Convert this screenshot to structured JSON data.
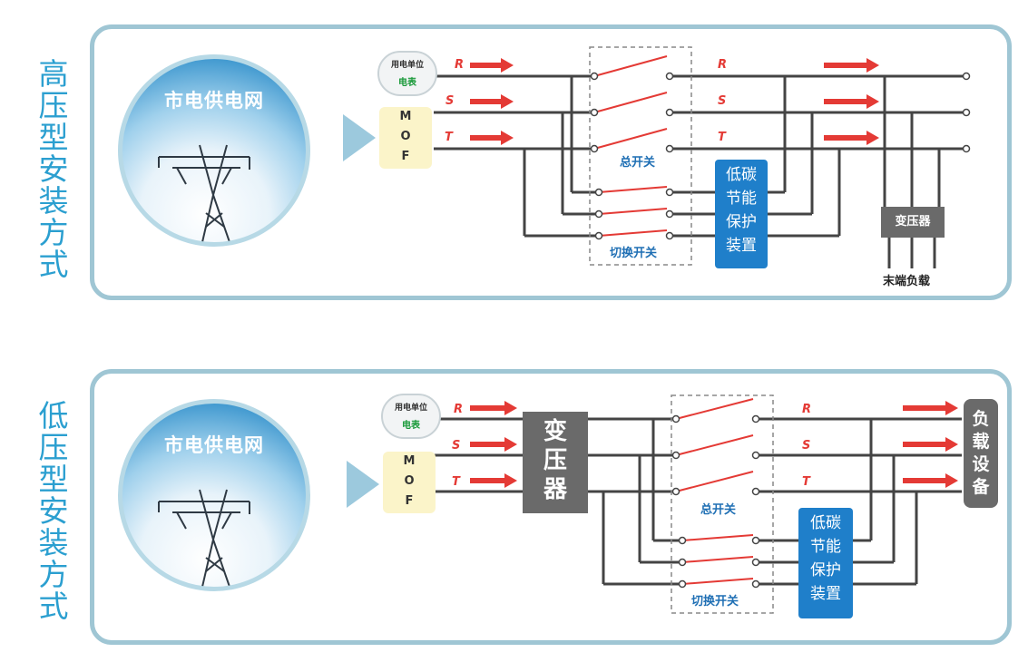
{
  "top": {
    "section_title": "高压型安装方式",
    "bubble_title": "市电供电网",
    "meter_line1": "用电单位",
    "meter_line2": "电表",
    "mof": [
      "M",
      "O",
      "F"
    ],
    "phases_left": [
      "R",
      "S",
      "T"
    ],
    "phases_right": [
      "R",
      "S",
      "T"
    ],
    "main_switch": "总开关",
    "transfer_switch": "切换开关",
    "device": "低碳节能保护装置",
    "transformer": "变压器",
    "load": "末端负载"
  },
  "bottom": {
    "section_title": "低压型安装方式",
    "bubble_title": "市电供电网",
    "meter_line1": "用电单位",
    "meter_line2": "电表",
    "mof": [
      "M",
      "O",
      "F"
    ],
    "phases_left": [
      "R",
      "S",
      "T"
    ],
    "phases_right": [
      "R",
      "S",
      "T"
    ],
    "transformer": "变压器",
    "main_switch": "总开关",
    "transfer_switch": "切换开关",
    "device": "低碳节能保护装置",
    "load": "负载设备"
  },
  "colors": {
    "title_blue": "#2b9fd0",
    "device_blue": "#1f7fca",
    "arrow_red": "#e43a35",
    "panel_border": "#9fc6d4",
    "box_grey": "#6a6a6a"
  },
  "icons": [
    "transmission-tower-icon",
    "meter-icon",
    "arrow-right-icon"
  ]
}
